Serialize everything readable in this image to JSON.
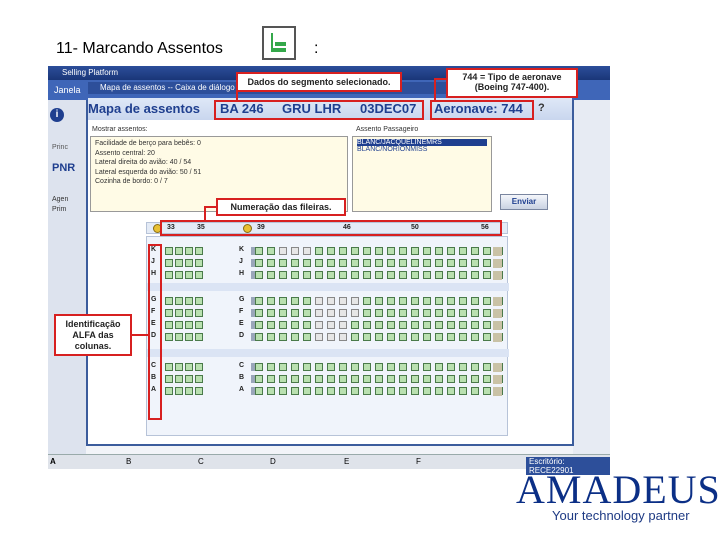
{
  "slide": {
    "heading": "11- Marcando Assentos",
    "colon": ":"
  },
  "app": {
    "title": "Selling Platform",
    "menu_label": "Janela",
    "left_labels": [
      "Princ",
      "PNR",
      "Agen",
      "Prim"
    ],
    "status_tabs": [
      "A",
      "B",
      "C",
      "D",
      "E",
      "F"
    ],
    "status_right": "Escritório: RECE22901"
  },
  "dialog": {
    "title": "Mapa de assentos -- Caixa de diálogo",
    "header": {
      "label": "Mapa de assentos",
      "flight": "BA 246",
      "route": "GRU LHR",
      "date": "03DEC07",
      "aircraft": "Aeronave: 744"
    },
    "mostrar": {
      "title": "Mostrar assentos:",
      "lines": [
        "Facilidade de berço para bebês: 0",
        "Assento central: 20",
        "Lateral direita do avião: 40 / 54",
        "Lateral esquerda do avião: 50 / 51",
        "Cozinha de bordo: 0 / 7"
      ]
    },
    "passenger": {
      "title": "Assento Passageiro",
      "items": [
        "BLANC/JACQUELINEMRS",
        "BLANC/NORIONMISS"
      ]
    },
    "enviar_label": "Enviar",
    "row_numbers": [
      "33",
      "35",
      "39",
      "46",
      "50",
      "56"
    ],
    "columns_left": [
      "K",
      "J",
      "H",
      "G",
      "F",
      "E",
      "D",
      "C",
      "B",
      "A"
    ],
    "columns_right": [
      "K",
      "J",
      "H",
      "G",
      "F",
      "E",
      "D",
      "C",
      "B",
      "A"
    ]
  },
  "callouts": {
    "segment": "Dados do segmento selecionado.",
    "aircraft_type": "744 = Tipo de aeronave (Boeing 747-400).",
    "rows": "Numeração das fileiras.",
    "columns": "Identificação ALFA das colunas."
  },
  "brand": {
    "logo": "AMADEUS",
    "tagline": "Your technology partner"
  },
  "colors": {
    "callout_red": "#d72020",
    "brand_blue": "#0b2f86",
    "window_blue": "#3f66b8"
  }
}
